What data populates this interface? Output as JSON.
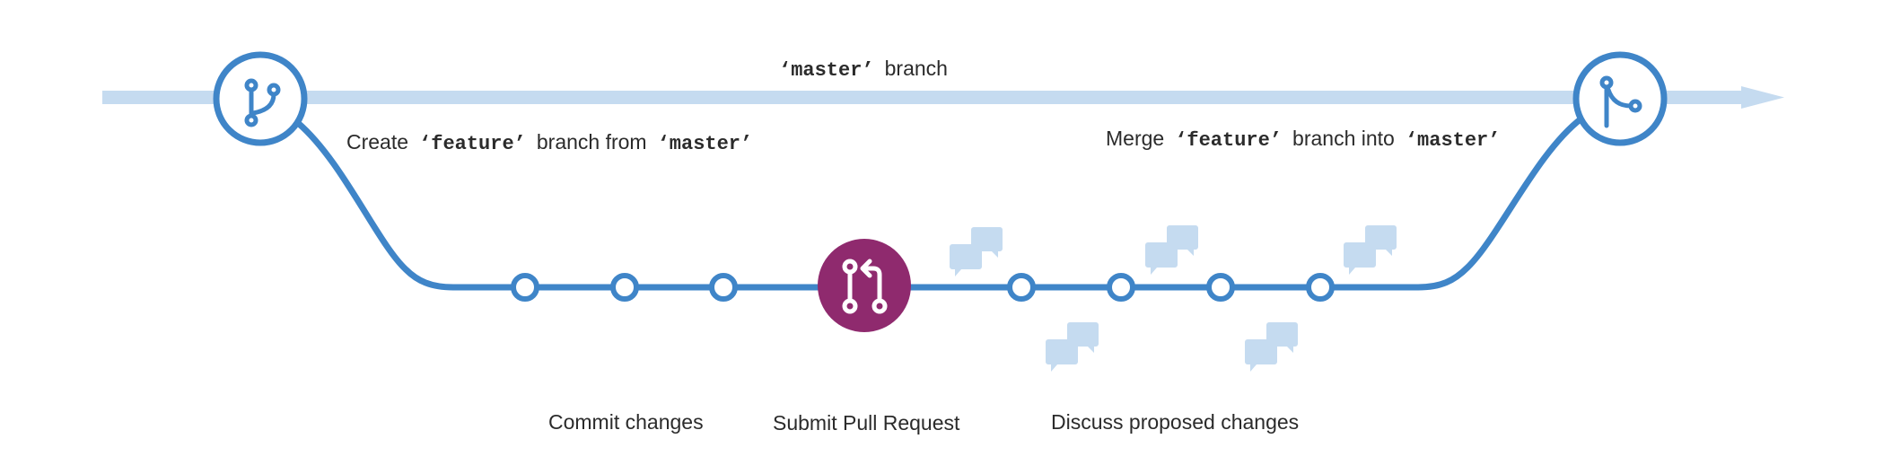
{
  "master_label": {
    "code": "‘master’",
    "text": "branch"
  },
  "create_label": {
    "pre": "Create",
    "code1": "‘feature’",
    "mid": "branch from",
    "code2": "‘master’"
  },
  "merge_label": {
    "pre": "Merge",
    "code1": "‘feature’",
    "mid": "branch into",
    "code2": "‘master’"
  },
  "steps": {
    "commit": "Commit changes",
    "pull_request": "Submit Pull Request",
    "discuss": "Discuss proposed changes"
  },
  "icons": {
    "branch": "git-branch-icon",
    "merge": "git-merge-icon",
    "pull_request": "git-pull-request-icon",
    "comment": "comment-bubbles-icon"
  },
  "colors": {
    "master_line": "#c5dbf0",
    "branch_line": "#3f85c8",
    "pull_request": "#8f2a6e",
    "comment": "#c5dbf0",
    "text": "#2b2b2b"
  }
}
